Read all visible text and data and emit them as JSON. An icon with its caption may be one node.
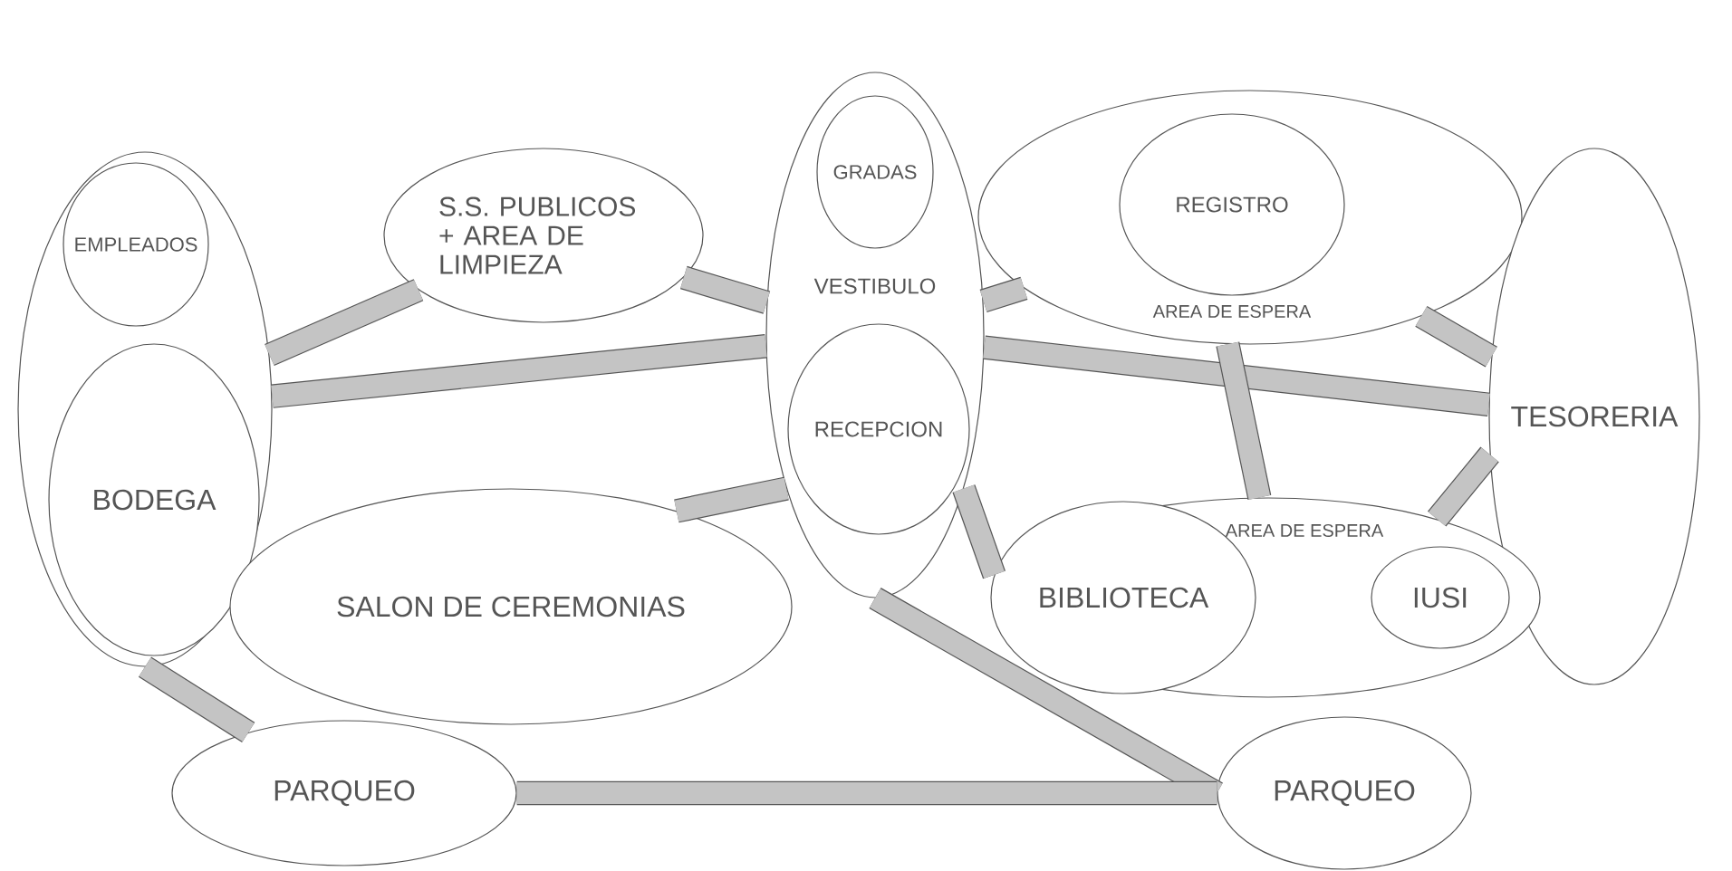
{
  "diagram": {
    "nodes": [
      {
        "text": [],
        "shape": "circle"
      },
      {
        "text": [
          "EMPLEADOS"
        ],
        "in": 0
      },
      {
        "text": [
          "BODEGA"
        ],
        "in": 0
      },
      {
        "text": [
          "S.S. PUBLICOS + AREA DE LIMPIEZA"
        ]
      },
      {
        "text": [
          "VESTIBULO"
        ]
      },
      {
        "text": [
          "GRADAS"
        ],
        "in": 4
      },
      {
        "text": [
          "RECEPCION"
        ],
        "in": 4
      },
      {
        "text": [
          "AREA DE ESPERA"
        ]
      },
      {
        "text": [
          "REGISTRO"
        ],
        "in": 7
      },
      {
        "text": [
          "TESORERIA"
        ]
      },
      {
        "text": [
          "SALON DE CEREMONIAS"
        ]
      },
      {
        "text": [
          "AREA DE ESPERA"
        ]
      },
      {
        "text": [
          "BIBLIOTECA"
        ],
        "in": 11
      },
      {
        "text": [
          "IUSI"
        ],
        "in": 11
      },
      {
        "text": [
          "PARQUEO"
        ]
      },
      {
        "text": [
          "PARQUEO"
        ]
      }
    ],
    "edges": [
      {
        "from": 0,
        "to": 3,
        "arrow": "none"
      },
      {
        "from": 3,
        "to": 4,
        "arrow": "none"
      },
      {
        "from": 0,
        "to": 4,
        "arrow": "none"
      },
      {
        "from": 10,
        "to": 4,
        "arrow": "none"
      },
      {
        "from": 4,
        "to": 7,
        "arrow": "none"
      },
      {
        "from": 7,
        "to": 9,
        "arrow": "none"
      },
      {
        "from": 4,
        "to": 9,
        "arrow": "none"
      },
      {
        "from": 7,
        "to": 11,
        "arrow": "none"
      },
      {
        "from": 9,
        "to": 11,
        "arrow": "none"
      },
      {
        "from": 4,
        "to": 12,
        "arrow": "none"
      },
      {
        "from": 4,
        "to": 15,
        "arrow": "none"
      },
      {
        "from": 0,
        "to": 14,
        "arrow": "none"
      },
      {
        "from": 14,
        "to": 15,
        "arrow": "none"
      }
    ]
  }
}
